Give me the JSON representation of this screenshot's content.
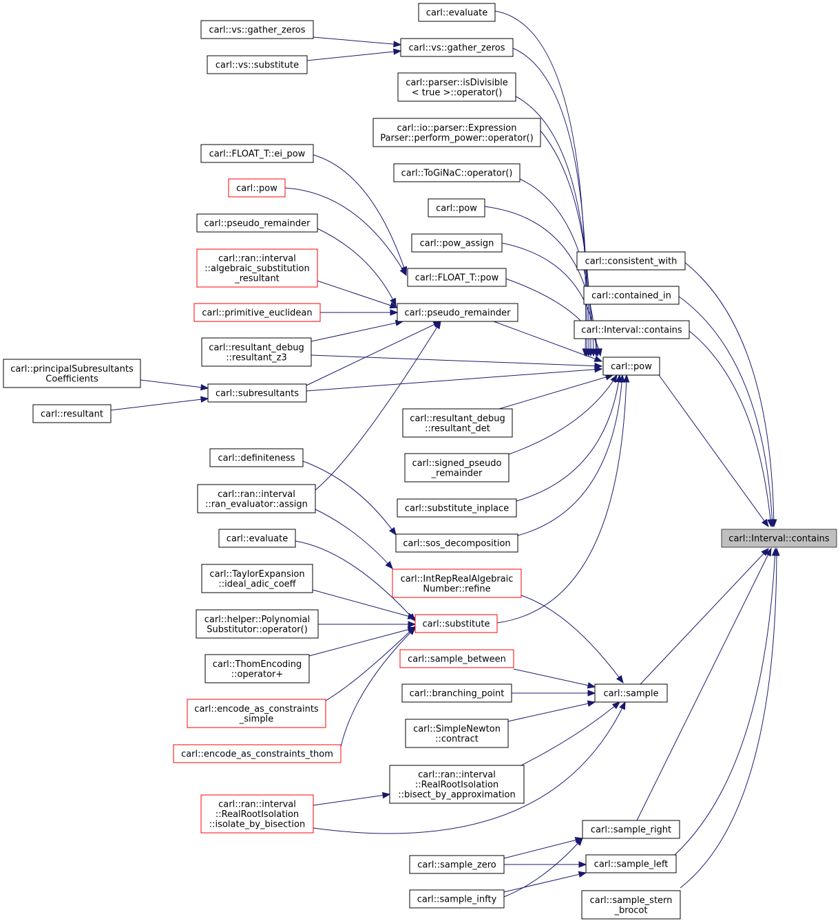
{
  "graph": {
    "colors": {
      "edge": "#191970",
      "node_border": "#000000",
      "highlight_border": "#ff0000",
      "root_fill": "#bfbfbf"
    },
    "nodes": {
      "contains_root": {
        "lines": [
          "carl::Interval::contains"
        ],
        "style": "root"
      },
      "pow_main": {
        "lines": [
          "carl::pow"
        ],
        "style": "normal"
      },
      "consistent_with": {
        "lines": [
          "carl::consistent_with"
        ],
        "style": "normal"
      },
      "contained_in": {
        "lines": [
          "carl::contained_in"
        ],
        "style": "normal"
      },
      "interval_contains": {
        "lines": [
          "carl::Interval::contains"
        ],
        "style": "normal"
      },
      "sample": {
        "lines": [
          "carl::sample"
        ],
        "style": "normal"
      },
      "sample_right": {
        "lines": [
          "carl::sample_right"
        ],
        "style": "normal"
      },
      "sample_left": {
        "lines": [
          "carl::sample_left"
        ],
        "style": "normal"
      },
      "sample_stern_brocot": {
        "lines": [
          "carl::sample_stern",
          "_brocot"
        ],
        "style": "normal"
      },
      "evaluate_top": {
        "lines": [
          "carl::evaluate"
        ],
        "style": "normal"
      },
      "vs_gather_zeros_mid": {
        "lines": [
          "carl::vs::gather_zeros"
        ],
        "style": "normal"
      },
      "vs_gather_zeros_left": {
        "lines": [
          "carl::vs::gather_zeros"
        ],
        "style": "normal"
      },
      "vs_substitute": {
        "lines": [
          "carl::vs::substitute"
        ],
        "style": "normal"
      },
      "isdivisible": {
        "lines": [
          "carl::parser::isDivisible",
          "< true >::operator()"
        ],
        "style": "normal"
      },
      "expression_parser": {
        "lines": [
          "carl::io::parser::Expression",
          "Parser::perform_power::operator()"
        ],
        "style": "normal"
      },
      "toginac": {
        "lines": [
          "carl::ToGiNaC::operator()"
        ],
        "style": "normal"
      },
      "pow_mid": {
        "lines": [
          "carl::pow"
        ],
        "style": "normal"
      },
      "pow_assign": {
        "lines": [
          "carl::pow_assign"
        ],
        "style": "normal"
      },
      "float_pow": {
        "lines": [
          "carl::FLOAT_T::pow"
        ],
        "style": "normal"
      },
      "float_ei_pow": {
        "lines": [
          "carl::FLOAT_T::ei_pow"
        ],
        "style": "normal"
      },
      "pow_red": {
        "lines": [
          "carl::pow"
        ],
        "style": "red"
      },
      "pseudo_remainder_left": {
        "lines": [
          "carl::pseudo_remainder"
        ],
        "style": "normal"
      },
      "algebraic_substitution": {
        "lines": [
          "carl::ran::interval",
          "::algebraic_substitution",
          "_resultant"
        ],
        "style": "red"
      },
      "primitive_euclidean": {
        "lines": [
          "carl::primitive_euclidean"
        ],
        "style": "red"
      },
      "pseudo_remainder_mid": {
        "lines": [
          "carl::pseudo_remainder"
        ],
        "style": "normal"
      },
      "resultant_z3": {
        "lines": [
          "carl::resultant_debug",
          "::resultant_z3"
        ],
        "style": "normal"
      },
      "principal_subresultants": {
        "lines": [
          "carl::principalSubresultants",
          "Coefficients"
        ],
        "style": "normal"
      },
      "subresultants": {
        "lines": [
          "carl::subresultants"
        ],
        "style": "normal"
      },
      "resultant": {
        "lines": [
          "carl::resultant"
        ],
        "style": "normal"
      },
      "resultant_det": {
        "lines": [
          "carl::resultant_debug",
          "::resultant_det"
        ],
        "style": "normal"
      },
      "signed_pseudo_remainder": {
        "lines": [
          "carl::signed_pseudo",
          "_remainder"
        ],
        "style": "normal"
      },
      "definiteness": {
        "lines": [
          "carl::definiteness"
        ],
        "style": "normal"
      },
      "ran_evaluator_assign": {
        "lines": [
          "carl::ran::interval",
          "::ran_evaluator::assign"
        ],
        "style": "normal"
      },
      "substitute_inplace": {
        "lines": [
          "carl::substitute_inplace"
        ],
        "style": "normal"
      },
      "sos_decomposition": {
        "lines": [
          "carl::sos_decomposition"
        ],
        "style": "normal"
      },
      "evaluate_left": {
        "lines": [
          "carl::evaluate"
        ],
        "style": "normal"
      },
      "intrep_refine": {
        "lines": [
          "carl::IntRepRealAlgebraic",
          "Number::refine"
        ],
        "style": "red"
      },
      "taylor_ideal_adic": {
        "lines": [
          "carl::TaylorExpansion",
          "::ideal_adic_coeff"
        ],
        "style": "normal"
      },
      "polynomial_substitutor": {
        "lines": [
          "carl::helper::Polynomial",
          "Substitutor::operator()"
        ],
        "style": "normal"
      },
      "substitute": {
        "lines": [
          "carl::substitute"
        ],
        "style": "red"
      },
      "thom_encoding_plus": {
        "lines": [
          "carl::ThomEncoding",
          "::operator+"
        ],
        "style": "normal"
      },
      "encode_simple": {
        "lines": [
          "carl::encode_as_constraints",
          "_simple"
        ],
        "style": "red"
      },
      "encode_thom": {
        "lines": [
          "carl::encode_as_constraints_thom"
        ],
        "style": "red"
      },
      "sample_between": {
        "lines": [
          "carl::sample_between"
        ],
        "style": "red"
      },
      "branching_point": {
        "lines": [
          "carl::branching_point"
        ],
        "style": "normal"
      },
      "simple_newton": {
        "lines": [
          "carl::SimpleNewton",
          "::contract"
        ],
        "style": "normal"
      },
      "bisect_by_approx": {
        "lines": [
          "carl::ran::interval",
          "::RealRootIsolation",
          "::bisect_by_approximation"
        ],
        "style": "normal"
      },
      "isolate_by_bisection": {
        "lines": [
          "carl::ran::interval",
          "::RealRootIsolation",
          "::isolate_by_bisection"
        ],
        "style": "red"
      },
      "sample_zero": {
        "lines": [
          "carl::sample_zero"
        ],
        "style": "normal"
      },
      "sample_infty": {
        "lines": [
          "carl::sample_infty"
        ],
        "style": "normal"
      }
    }
  }
}
